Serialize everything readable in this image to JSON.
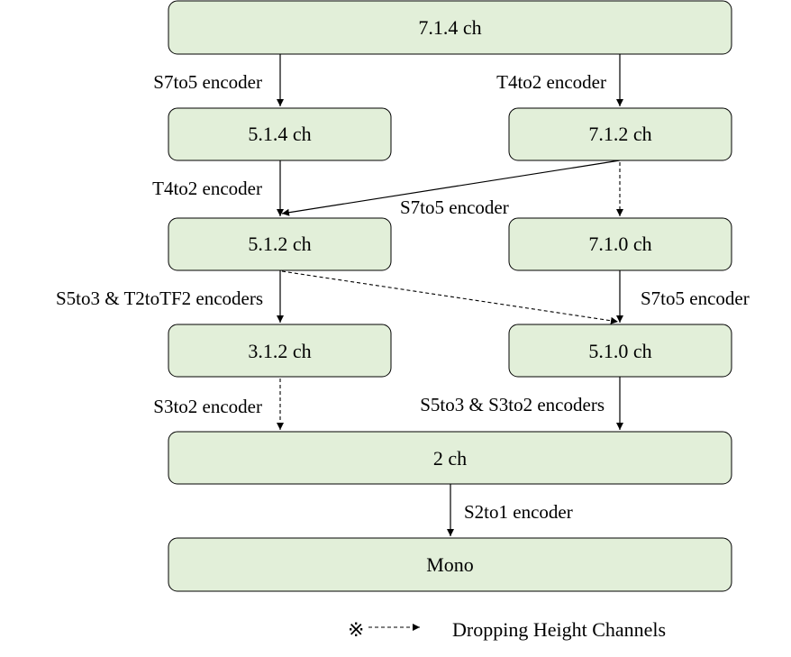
{
  "nodes": {
    "n714": "7.1.4 ch",
    "n514": "5.1.4 ch",
    "n712": "7.1.2 ch",
    "n512": "5.1.2 ch",
    "n710": "7.1.0 ch",
    "n312": "3.1.2 ch",
    "n510": "5.1.0 ch",
    "n2": "2 ch",
    "nmono": "Mono"
  },
  "edges": {
    "e_714_514": "S7to5 encoder",
    "e_714_712": "T4to2 encoder",
    "e_514_512": "T4to2 encoder",
    "e_712_512": "S7to5 encoder",
    "e_512_312": "S5to3 & T2toTF2 encoders",
    "e_710_510": "S7to5 encoder",
    "e_312_2": "S3to2 encoder",
    "e_510_2": "S5to3 & S3to2 encoders",
    "e_2_mono": "S2to1 encoder"
  },
  "legend": {
    "symbol": "※",
    "label": "Dropping Height Channels"
  },
  "colors": {
    "node_fill": "#e2efd9",
    "stroke": "#000000"
  }
}
